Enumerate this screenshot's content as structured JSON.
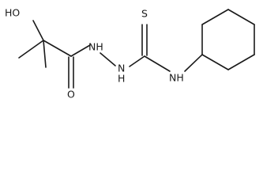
{
  "structure": {
    "atoms": {
      "hydroxyl": "HO",
      "carbonyl_oxygen": "O",
      "hydrazide_nh": "NH",
      "hydrazide_n": "N",
      "hydrazide_h": "H",
      "thione_sulfur": "S",
      "amine_nh": "NH"
    },
    "colors": {
      "bond": "#1a1a1a",
      "label": "#1a1a1a",
      "background": "#ffffff"
    }
  }
}
